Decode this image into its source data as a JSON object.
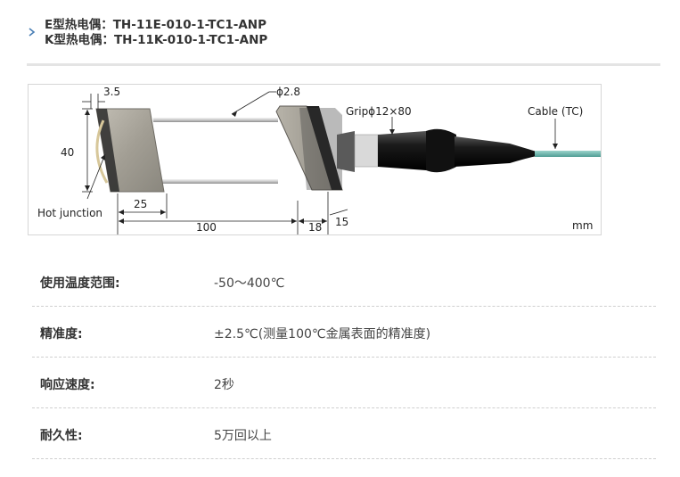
{
  "header": {
    "lines": [
      "E型热电偶：TH-11E-010-1-TC1-ANP",
      "K型热电偶：TH-11K-010-1-TC1-ANP"
    ]
  },
  "diagram": {
    "labels": {
      "dim_3_5": "3.5",
      "dim_phi_2_8": "ϕ2.8",
      "grip": "Gripϕ12×80",
      "cable": "Cable (TC)",
      "dim_40": "40",
      "dim_25": "25",
      "hot_junction": "Hot junction",
      "dim_100": "100",
      "dim_18": "18",
      "dim_15": "15",
      "unit": "mm"
    },
    "colors": {
      "cable": "#6fb9b0",
      "grip": "#1a1a1a",
      "steel": "#9a968c"
    }
  },
  "specs": [
    {
      "label": "使用温度范围:",
      "value": "-50～400℃"
    },
    {
      "label": "精准度:",
      "value": "±2.5℃(测量100℃金属表面的精准度)"
    },
    {
      "label": "响应速度:",
      "value": "2秒"
    },
    {
      "label": "耐久性:",
      "value": "5万回以上"
    }
  ]
}
